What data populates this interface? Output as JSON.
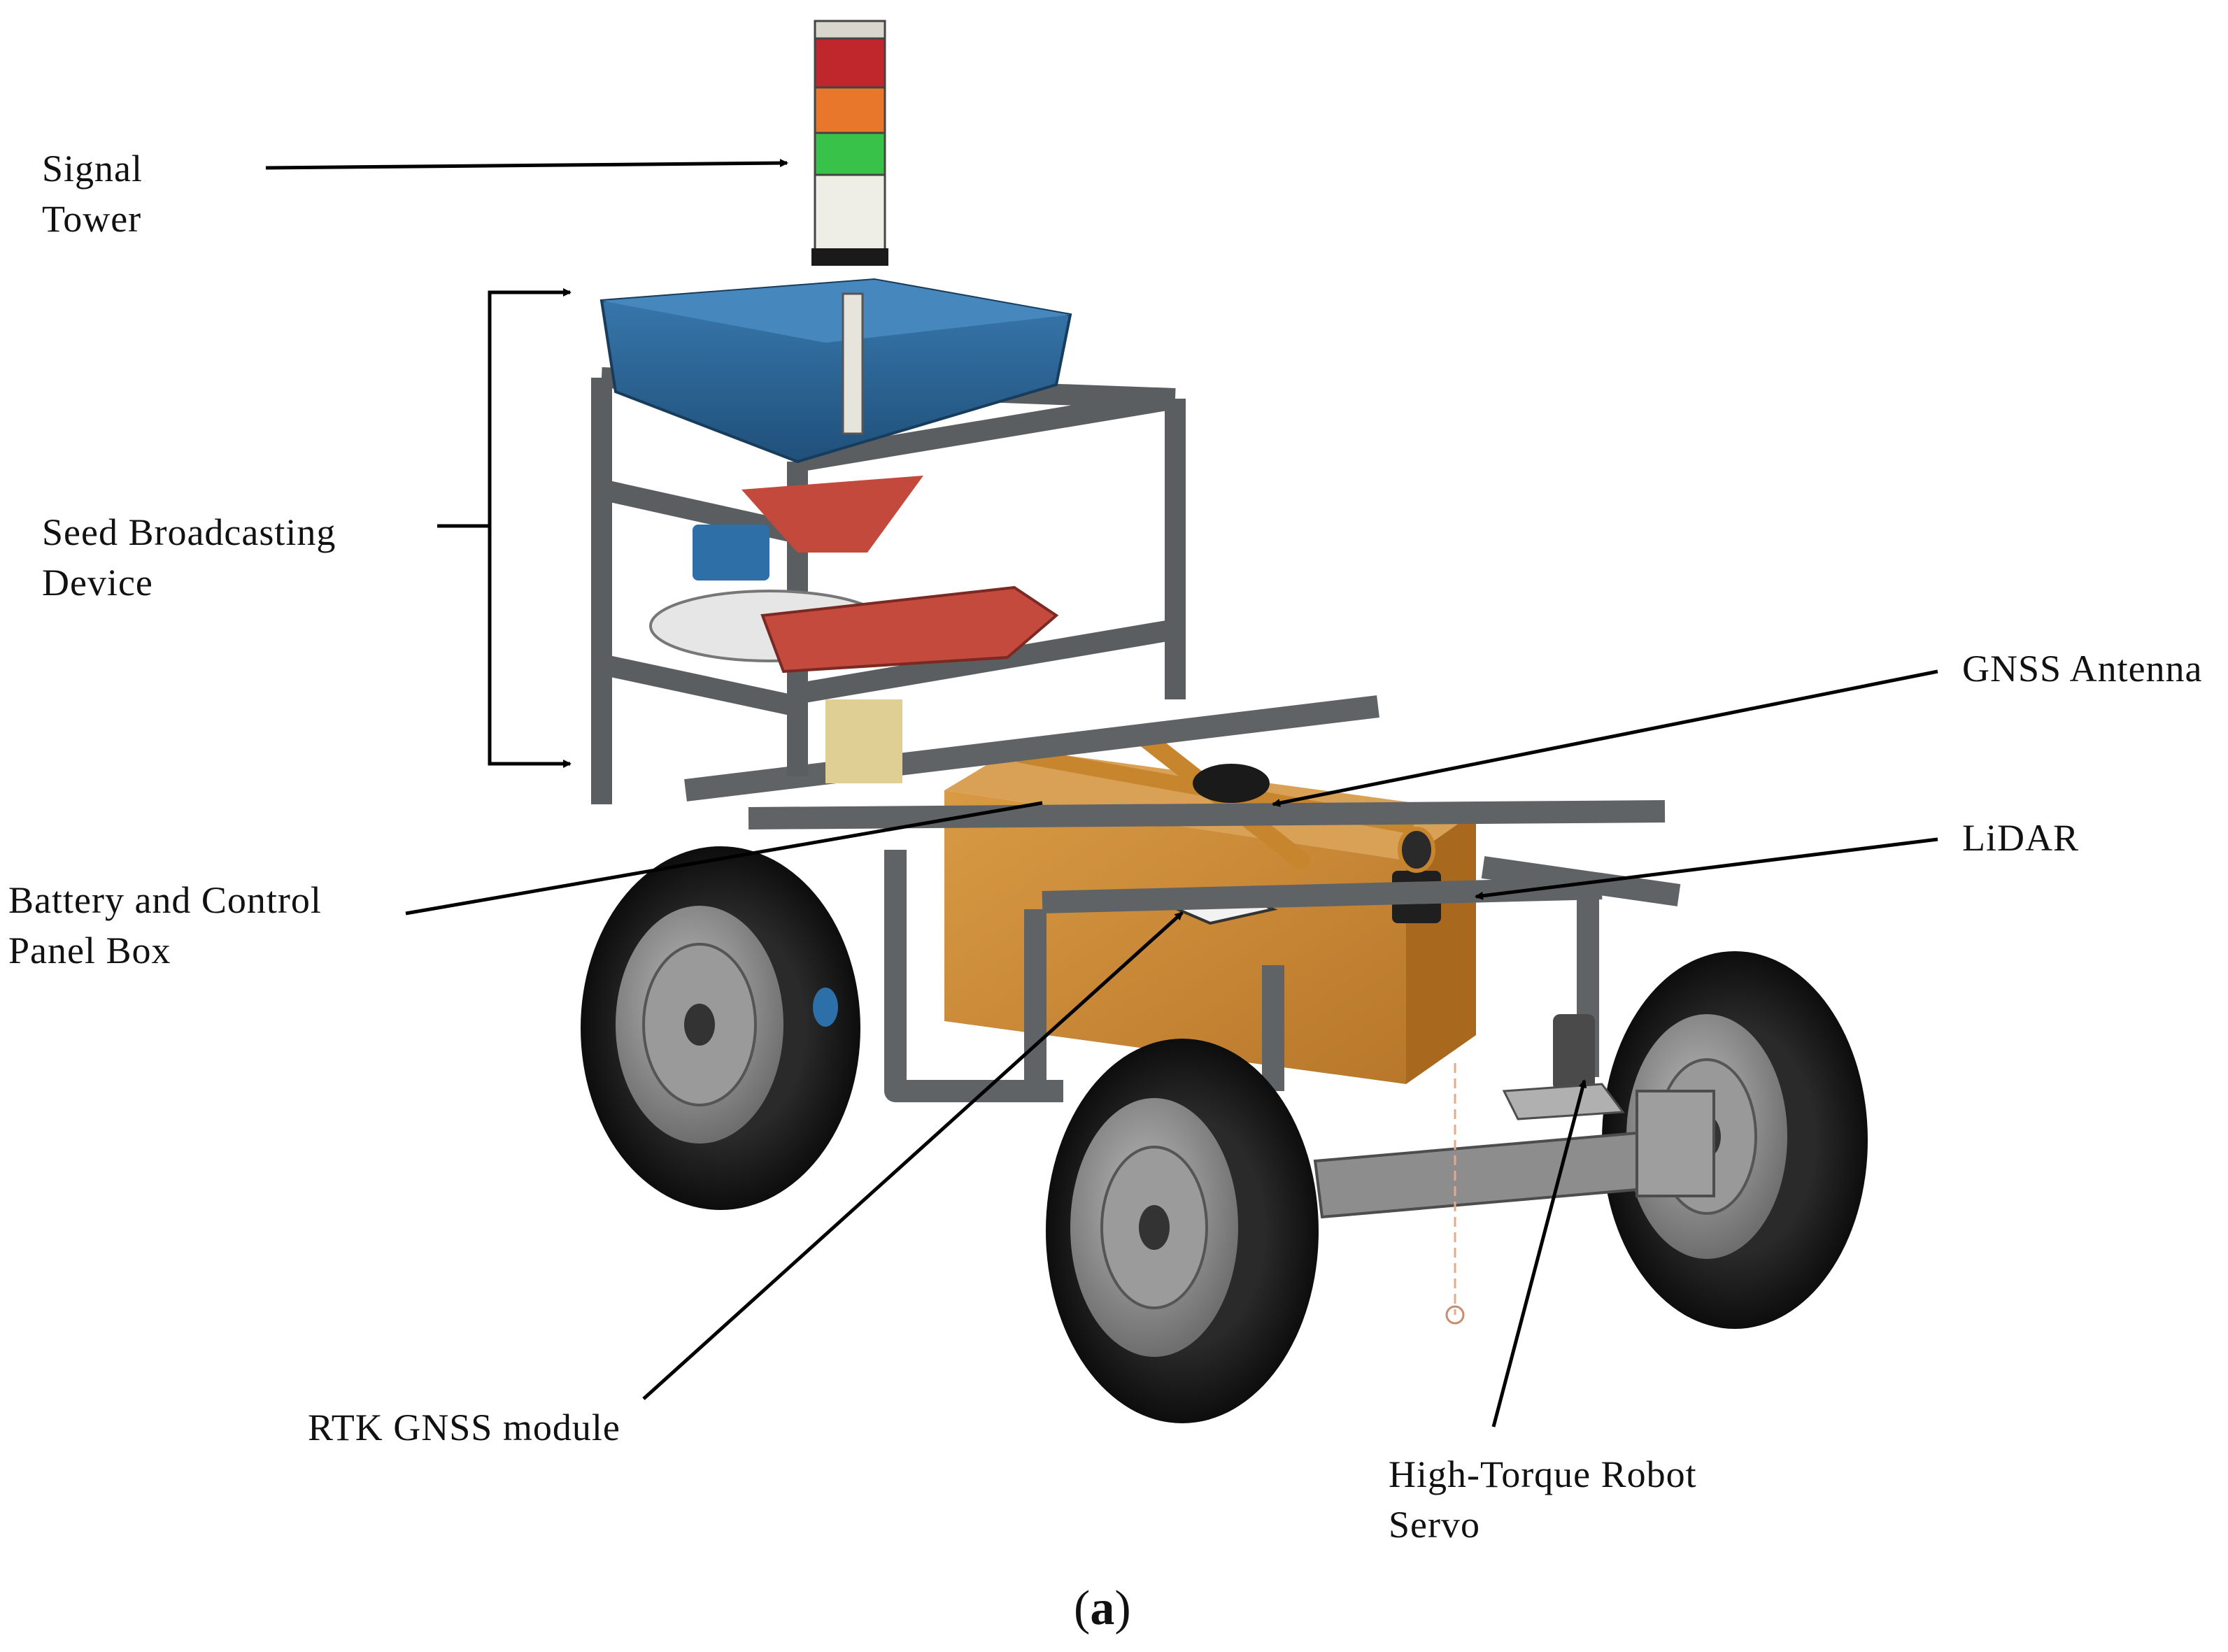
{
  "labels": {
    "signal_tower": "Signal\nTower",
    "seed_device": "Seed Broadcasting\nDevice",
    "battery_box": "Battery and Control\nPanel Box",
    "gnss_antenna": "GNSS Antenna",
    "lidar": "LiDAR",
    "rtk_module": "RTK GNSS module",
    "servo": "High-Torque Robot\nServo"
  },
  "caption": {
    "open": "(",
    "letter": "a",
    "close": ")"
  },
  "colors": {
    "frame": "#6b6f72",
    "hopper": "#2f6b9c",
    "box": "#c98a35",
    "tire": "#1c1c1c",
    "rim": "#8a8a8a",
    "spreader": "#c54a3e",
    "tower_red": "#c0272d",
    "tower_orange": "#e9772b",
    "tower_green": "#38c24a"
  }
}
